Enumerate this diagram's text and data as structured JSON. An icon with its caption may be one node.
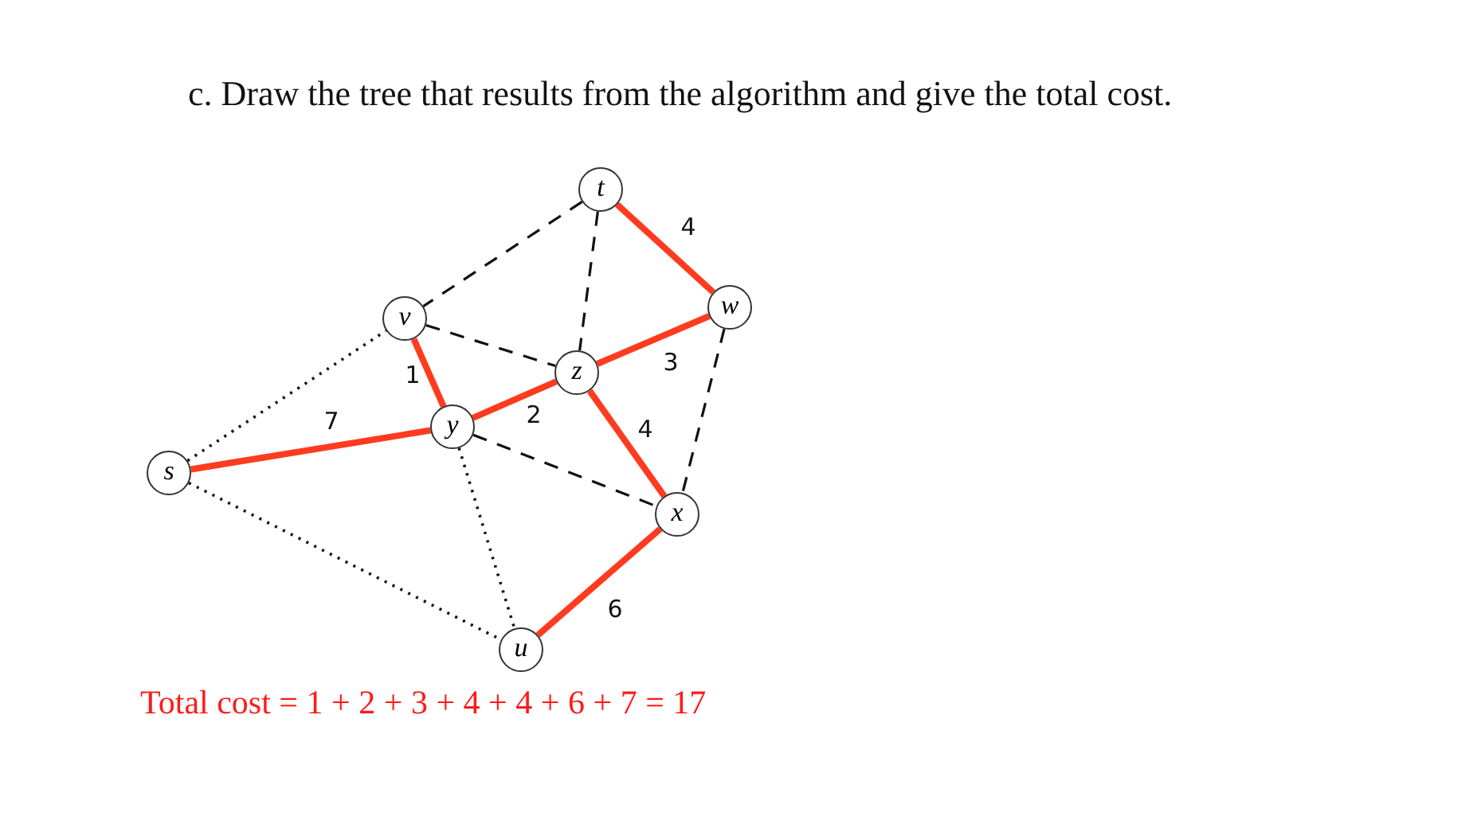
{
  "diagram": {
    "title": "c. Draw the tree that results from the algorithm and give the total cost.",
    "caption": "Total cost = 1 + 2 + 3 + 4 + 4 + 6 + 7 = 17",
    "nodes": [
      {
        "text": [
          "t"
        ]
      },
      {
        "text": [
          "v"
        ]
      },
      {
        "text": [
          "w"
        ]
      },
      {
        "text": [
          "z"
        ]
      },
      {
        "text": [
          "y"
        ]
      },
      {
        "text": [
          "s"
        ]
      },
      {
        "text": [
          "x"
        ]
      },
      {
        "text": [
          "u"
        ]
      }
    ],
    "edges": [
      {
        "from": 0,
        "to": 2,
        "arrow": "none",
        "label": "4",
        "style": "thick",
        "color": "#ff3b1f"
      },
      {
        "from": 3,
        "to": 2,
        "arrow": "none",
        "label": "3",
        "style": "thick",
        "color": "#ff3b1f"
      },
      {
        "from": 1,
        "to": 4,
        "arrow": "none",
        "label": "1",
        "style": "thick",
        "color": "#ff3b1f"
      },
      {
        "from": 4,
        "to": 3,
        "arrow": "none",
        "label": "2",
        "style": "thick",
        "color": "#ff3b1f"
      },
      {
        "from": 5,
        "to": 4,
        "arrow": "none",
        "label": "7",
        "style": "thick",
        "color": "#ff3b1f"
      },
      {
        "from": 3,
        "to": 6,
        "arrow": "none",
        "label": "4",
        "style": "thick",
        "color": "#ff3b1f"
      },
      {
        "from": 6,
        "to": 7,
        "arrow": "none",
        "label": "6",
        "style": "thick",
        "color": "#ff3b1f"
      },
      {
        "from": 0,
        "to": 1,
        "arrow": "none",
        "style": "dashed"
      },
      {
        "from": 0,
        "to": 3,
        "arrow": "none",
        "style": "dashed"
      },
      {
        "from": 1,
        "to": 3,
        "arrow": "none",
        "style": "dashed"
      },
      {
        "from": 4,
        "to": 6,
        "arrow": "none",
        "style": "dashed"
      },
      {
        "from": 2,
        "to": 6,
        "arrow": "none",
        "style": "dashed"
      },
      {
        "from": 5,
        "to": 1,
        "arrow": "none",
        "style": "dashed"
      },
      {
        "from": 5,
        "to": 7,
        "arrow": "none",
        "style": "dashed"
      },
      {
        "from": 4,
        "to": 7,
        "arrow": "none",
        "style": "dashed"
      }
    ]
  }
}
